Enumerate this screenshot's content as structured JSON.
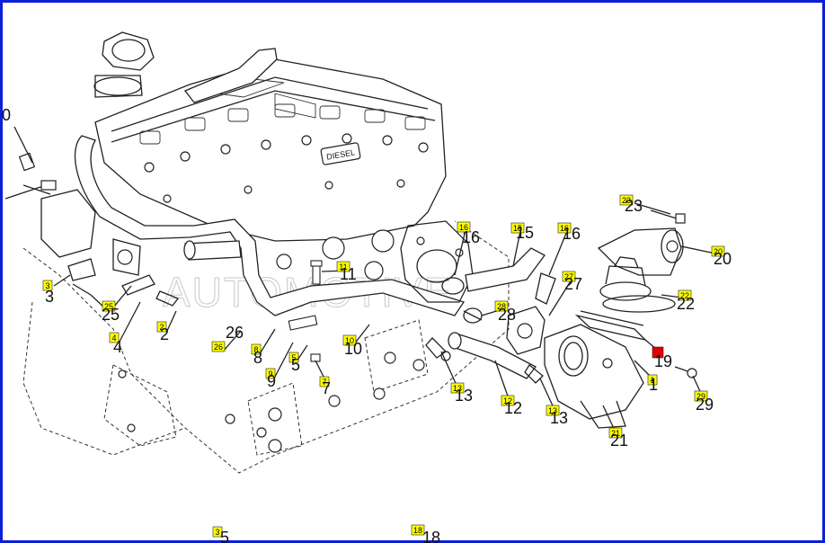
{
  "figure": {
    "border_color": "#0b1fd8",
    "tag_fill": "#ffff00",
    "selected_tag_fill": "#e00000",
    "engine_badge": "DIESEL",
    "watermark": "AUTOMOTIVE"
  },
  "callouts": [
    {
      "id": "c-0",
      "number": "0",
      "tag": ""
    },
    {
      "id": "c-3a",
      "number": "3",
      "tag": "3"
    },
    {
      "id": "c-25",
      "number": "25",
      "tag": "25"
    },
    {
      "id": "c-4",
      "number": "4",
      "tag": "4"
    },
    {
      "id": "c-2",
      "number": "2",
      "tag": "2"
    },
    {
      "id": "c-26",
      "number": "26",
      "tag": "26"
    },
    {
      "id": "c-8",
      "number": "8",
      "tag": "8"
    },
    {
      "id": "c-9",
      "number": "9",
      "tag": "9"
    },
    {
      "id": "c-5",
      "number": "5",
      "tag": "5"
    },
    {
      "id": "c-7",
      "number": "7",
      "tag": "7"
    },
    {
      "id": "c-11",
      "number": "11",
      "tag": "11"
    },
    {
      "id": "c-10",
      "number": "10",
      "tag": "10"
    },
    {
      "id": "c-16a",
      "number": "16",
      "tag": "16"
    },
    {
      "id": "c-15",
      "number": "15",
      "tag": "15"
    },
    {
      "id": "c-16b",
      "number": "16",
      "tag": "16"
    },
    {
      "id": "c-28",
      "number": "28",
      "tag": "28"
    },
    {
      "id": "c-13a",
      "number": "13",
      "tag": "13"
    },
    {
      "id": "c-12",
      "number": "12",
      "tag": "12"
    },
    {
      "id": "c-13b",
      "number": "13",
      "tag": "13"
    },
    {
      "id": "c-27",
      "number": "27",
      "tag": "27"
    },
    {
      "id": "c-23",
      "number": "23",
      "tag": "23"
    },
    {
      "id": "c-20",
      "number": "20",
      "tag": "20"
    },
    {
      "id": "c-22",
      "number": "22",
      "tag": "22"
    },
    {
      "id": "c-19",
      "number": "19",
      "tag": "",
      "selected": true
    },
    {
      "id": "c-1",
      "number": "1",
      "tag": "1"
    },
    {
      "id": "c-29",
      "number": "29",
      "tag": "29"
    },
    {
      "id": "c-21",
      "number": "21",
      "tag": "21"
    },
    {
      "id": "c-35",
      "number": "5",
      "tag": "3"
    },
    {
      "id": "c-18",
      "number": "18",
      "tag": "18"
    }
  ]
}
